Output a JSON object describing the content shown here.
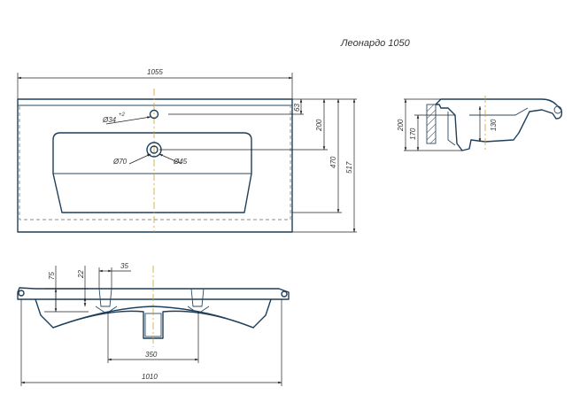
{
  "title": "Леонардо 1050",
  "top_view": {
    "overall_width": "1055",
    "tap_hole": "Ø34",
    "tap_hole_sup": "+2",
    "drain_outer": "Ø70",
    "drain_inner": "Ø45",
    "dim_63": "63",
    "dim_200": "200",
    "dim_470": "470",
    "dim_517": "517"
  },
  "side_view": {
    "dim_200": "200",
    "dim_170": "170",
    "dim_130": "130"
  },
  "front_view": {
    "dim_75": "75",
    "dim_22": "22",
    "dim_35": "35",
    "dim_350": "350",
    "dim_1010": "1010"
  }
}
